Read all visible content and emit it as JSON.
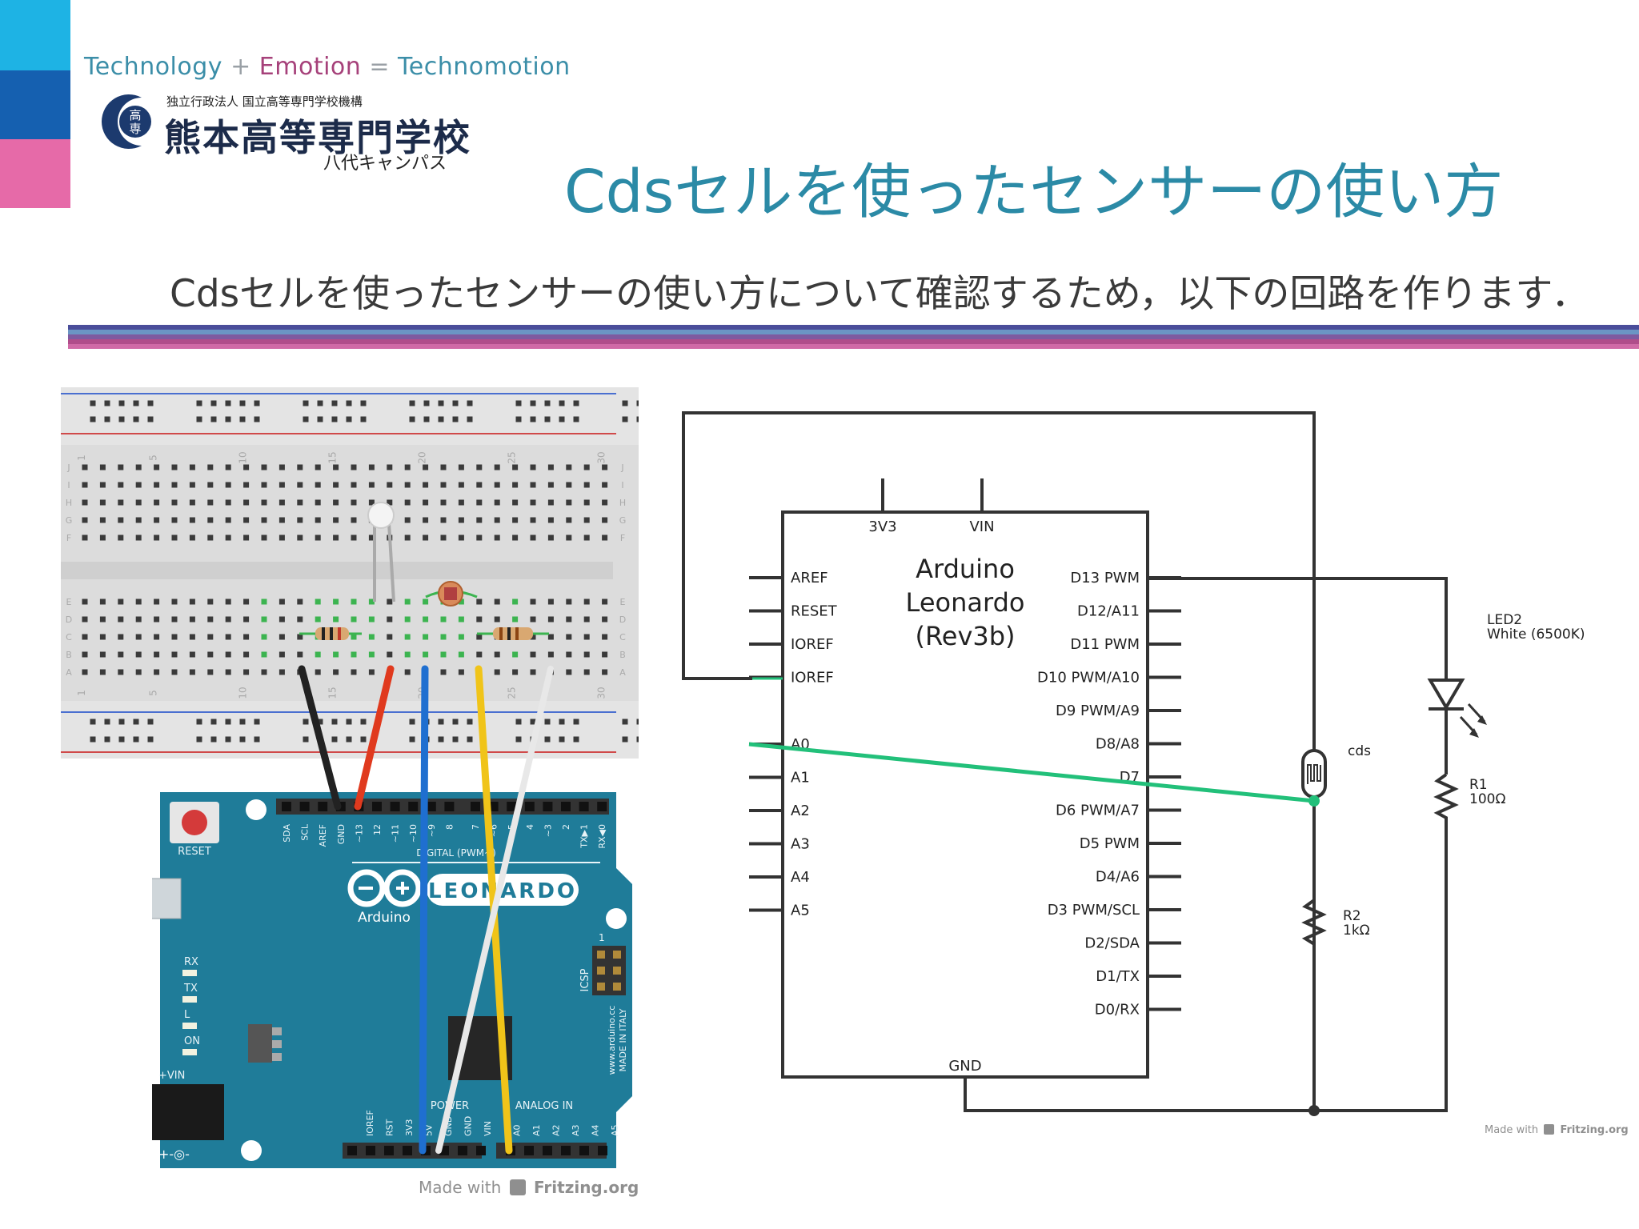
{
  "header": {
    "tagline_tech": "Technology",
    "tagline_plus": "+",
    "tagline_emotion": "Emotion",
    "tagline_eq": "=",
    "tagline_result": "Technomotion",
    "logo_glyph_top": "高",
    "logo_glyph_bottom": "専",
    "school_org": "独立行政法人 国立高等専門学校機構",
    "school_name": "熊本高等専門学校",
    "campus": "八代キャンパス"
  },
  "slide": {
    "title": "Cdsセルを使ったセンサーの使い方",
    "lead": "Cdsセルを使ったセンサーの使い方について確認するため，以下の回路を作ります．"
  },
  "breadboard": {
    "column_numbers": [
      "1",
      "5",
      "10",
      "15",
      "20",
      "25",
      "30"
    ],
    "row_letters_top": [
      "J",
      "I",
      "H",
      "G",
      "F"
    ],
    "row_letters_bottom": [
      "E",
      "D",
      "C",
      "B",
      "A"
    ],
    "credit_prefix": "Made with",
    "credit_brand": "Fritzing.org"
  },
  "board": {
    "reset_label": "RESET",
    "brand": "Arduino",
    "model": "LEONARDO",
    "digital_label": "DIGITAL (PWM~)",
    "header_top_labels": [
      "SDA",
      "SCL",
      "AREF",
      "GND",
      "~13",
      "12",
      "~11",
      "~10",
      "~9",
      "8",
      "7",
      "~6",
      "~5",
      "4",
      "~3",
      "2",
      "TX▶1",
      "RX◀0"
    ],
    "leds": [
      "RX",
      "TX",
      "L",
      "ON"
    ],
    "vin_label": "+VIN",
    "power_symbol": "+-◎-",
    "icsp": "ICSP",
    "icsp_one": "1",
    "web": "www.arduino.cc",
    "made_in": "MADE IN ITALY",
    "power_label": "POWER",
    "analog_label": "ANALOG IN",
    "header_bottom_labels": [
      "IOREF",
      "RST",
      "3V3",
      "5V",
      "GND",
      "GND",
      "VIN",
      "A0",
      "A1",
      "A2",
      "A3",
      "A4",
      "A5"
    ]
  },
  "schematic": {
    "chip_name_line1": "Arduino",
    "chip_name_line2": "Leonardo",
    "chip_name_line3": "(Rev3b)",
    "top_pins": [
      "3V3",
      "VIN"
    ],
    "bottom_pin": "GND",
    "left_pins": [
      "AREF",
      "RESET",
      "IOREF",
      "IOREF",
      "A0",
      "A1",
      "A2",
      "A3",
      "A4",
      "A5"
    ],
    "right_pins": [
      "D13 PWM",
      "D12/A11",
      "D11 PWM",
      "D10 PWM/A10",
      "D9 PWM/A9",
      "D8/A8",
      "D7",
      "D6 PWM/A7",
      "D5 PWM",
      "D4/A6",
      "D3 PWM/SCL",
      "D2/SDA",
      "D1/TX",
      "D0/RX"
    ],
    "led_name": "LED2",
    "led_value": "White (6500K)",
    "cds_label": "cds",
    "r1_name": "R1",
    "r1_value": "100Ω",
    "r2_name": "R2",
    "r2_value": "1kΩ",
    "credit_prefix": "Made with",
    "credit_brand": "Fritzing.org"
  },
  "colors": {
    "accent_cyan": "#1eb3e4",
    "accent_blue": "#1560b0",
    "accent_pink": "#e66aa8",
    "title_teal": "#2b8aa6",
    "board_teal": "#1f7c99",
    "wire_green": "#22c07a"
  }
}
